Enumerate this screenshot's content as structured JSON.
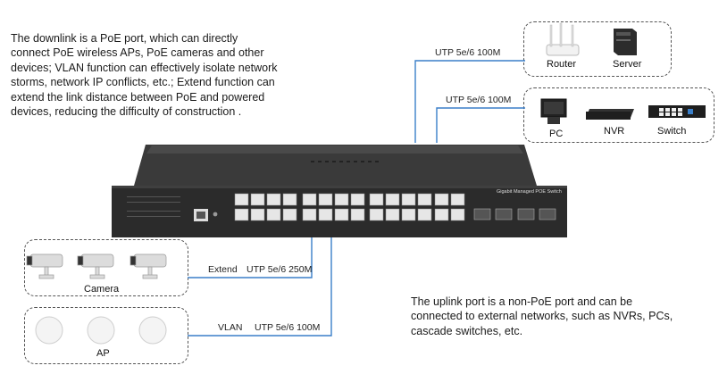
{
  "description_top": "The downlink is a PoE port, which can directly connect PoE wireless APs, PoE cameras and other devices; VLAN function can effectively isolate network storms, network IP conflicts, etc.; Extend function can extend the link distance between PoE and powered devices, reducing the difficulty of construction .",
  "description_bottom": "The uplink port is a non-PoE port and can be connected to external networks, such as NVRs, PCs, cascade switches, etc.",
  "links": {
    "uplink_1": "UTP 5e/6  100M",
    "uplink_2": "UTP 5e/6  100M",
    "extend_mode": "Extend",
    "extend_cable": "UTP 5e/6  250M",
    "vlan_mode": "VLAN",
    "vlan_cable": "UTP 5e/6  100M"
  },
  "devices": {
    "router": "Router",
    "server": "Server",
    "pc": "PC",
    "nvr": "NVR",
    "switch": "Switch",
    "camera": "Camera",
    "ap": "AP"
  },
  "switch_panel": {
    "model_label": "Gigabit Managed POE Switch"
  },
  "colors": {
    "cable": "#3a7fc9",
    "chassis": "#2b2b2b",
    "box_border": "#555555"
  }
}
